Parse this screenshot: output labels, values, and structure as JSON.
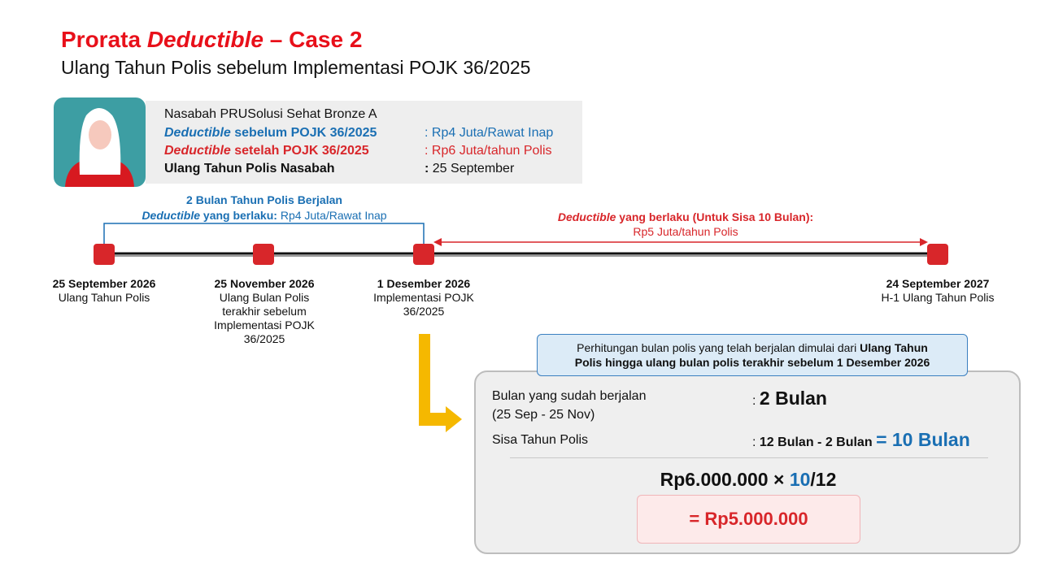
{
  "header": {
    "title_prefix": "Prorata ",
    "title_italic": "Deductible",
    "title_suffix": " – Case 2",
    "subtitle": "Ulang Tahun Polis sebelum Implementasi POJK 36/2025"
  },
  "info": {
    "customer": "Nasabah PRUSolusi Sehat Bronze A",
    "row1_italic": "Deductible",
    "row1_rest": " sebelum POJK 36/2025",
    "row1_value": ": Rp4 Juta/Rawat Inap",
    "row2_italic": "Deductible",
    "row2_rest": " setelah POJK 36/2025",
    "row2_value": ": Rp6 Juta/tahun Polis",
    "row3_label": "Ulang Tahun Polis Nasabah",
    "row3_colon": ":",
    "row3_value": " 25 September"
  },
  "timeline": {
    "bracket_title": "2 Bulan Tahun Polis Berjalan",
    "bracket_italic": "Deductible",
    "bracket_bold": " yang berlaku: ",
    "bracket_value": "Rp4 Juta/Rawat Inap",
    "arrow_italic": "Deductible",
    "arrow_bold": " yang berlaku (Untuk Sisa 10 Bulan):",
    "arrow_value": "Rp5 Juta/tahun Polis",
    "points": [
      {
        "date": "25 September 2026",
        "desc": [
          "Ulang Tahun Polis"
        ]
      },
      {
        "date": "25 November 2026",
        "desc": [
          "Ulang Bulan Polis",
          "terakhir sebelum",
          "Implementasi POJK",
          "36/2025"
        ]
      },
      {
        "date": "1 Desember 2026",
        "desc": [
          "Implementasi POJK",
          "36/2025"
        ]
      },
      {
        "date": "24 September 2027",
        "desc": [
          "H-1 Ulang Tahun Polis"
        ]
      }
    ]
  },
  "note": {
    "text1": "Perhitungan bulan polis yang telah berjalan dimulai dari ",
    "bold1": "Ulang Tahun",
    "bold2": "Polis hingga ulang bulan polis terakhir sebelum 1 Desember 2026"
  },
  "calc": {
    "row1_label": "Bulan yang sudah berjalan",
    "row1_sub": "(25 Sep -  25 Nov)",
    "row1_colon": ":",
    "row1_value": "2 Bulan",
    "row2_label": "Sisa Tahun Polis",
    "row2_colon": ":",
    "row2_expr": "12 Bulan - 2 Bulan",
    "row2_result": "= 10 Bulan",
    "formula_a": "Rp6.000.000 × ",
    "formula_b": "10",
    "formula_c": "/12",
    "result": "= Rp5.000.000"
  },
  "colors": {
    "red": "#d8262a",
    "blue": "#1a6fb3",
    "yellow": "#f5b800",
    "teal": "#3d9ea3"
  }
}
